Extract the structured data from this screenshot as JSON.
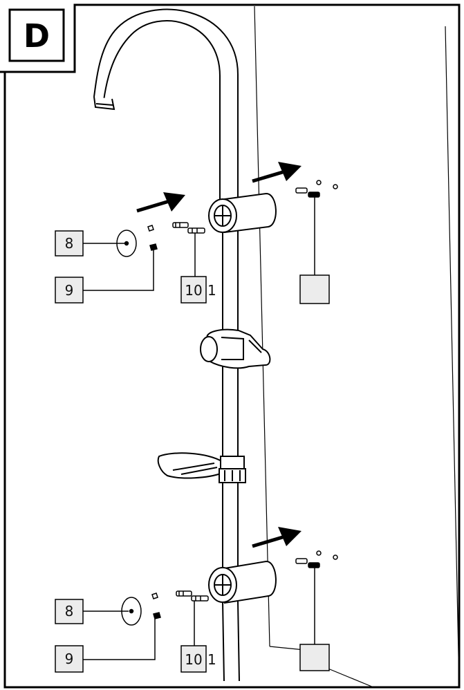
{
  "step_letter": "D",
  "labels": {
    "top_cover": "8",
    "top_screw": "9",
    "top_anchor": "10",
    "top_anchor_suffix": "1",
    "bottom_cover": "8",
    "bottom_screw": "9",
    "bottom_anchor": "10",
    "bottom_anchor_suffix": "1"
  }
}
